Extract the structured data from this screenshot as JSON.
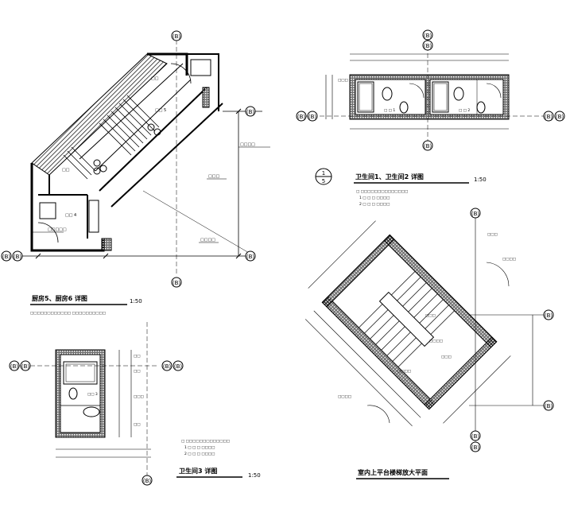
{
  "titles": {
    "kitchen": "厨房5、厨房6 详图",
    "kitchen_scale": "1:50",
    "bath12": "卫生间1、卫生间2 详图",
    "bath12_scale": "1:50",
    "bath3": "卫生间3 详图",
    "bath3_scale": "1:50",
    "stair": "室内上平台楼梯放大平面"
  },
  "detail_number": {
    "top": "1",
    "bottom": "5"
  },
  "axis_labels": {
    "kitchen_left": "(B)",
    "kitchen_left2": "(B)",
    "kitchen_top": "(B)",
    "kitchen_bottom": "(B)",
    "kitchen_right1": "(B)",
    "kitchen_right2": "(B)",
    "bath12_left1": "(B)",
    "bath12_left2": "(B)",
    "bath12_top1": "(B)",
    "bath12_top2": "(B)",
    "bath12_right1": "(B)",
    "bath12_right2": "(B)",
    "bath12_bottom": "(B)",
    "bath3_left1": "(B)",
    "bath3_left2": "(B)",
    "bath3_right1": "(B)",
    "bath3_right2": "(B)",
    "bath3_bottom": "(B)",
    "stair_top": "(B)",
    "stair_right1": "(B)",
    "stair_right2": "(B)",
    "stair_bottom1": "(B)",
    "stair_bottom2": "(B)"
  }
}
